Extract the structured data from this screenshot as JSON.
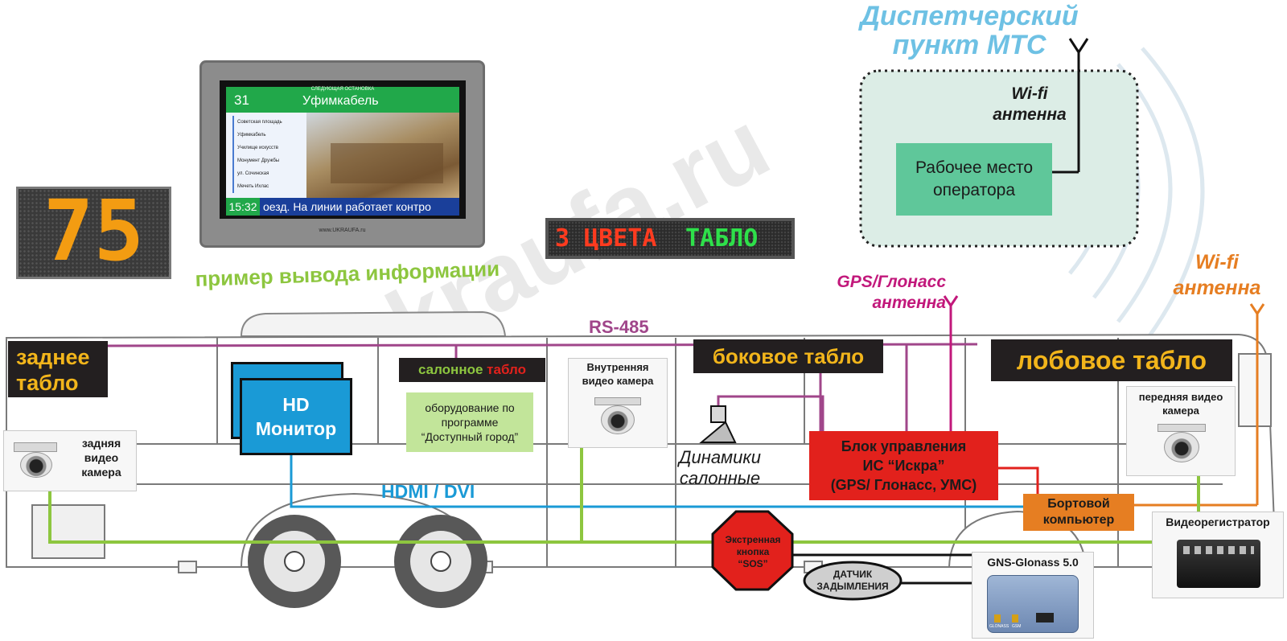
{
  "dispatch": {
    "title_line1": "Диспетчерский",
    "title_line2": "пункт МТС",
    "wifi_line1": "Wi-fi",
    "wifi_line2": "антенна",
    "operator_line1": "Рабочее место",
    "operator_line2": "оператора"
  },
  "tablet": {
    "next_stop_caption": "СЛЕДУЮЩАЯ ОСТАНОВКА",
    "route_number": "31",
    "next_stop": "Уфимкабель",
    "stops": [
      "Советская площадь",
      "Уфимкабель",
      "Училище искусств",
      "Монумент Дружбы",
      "ул. Сочинская",
      "Мечеть Ихлас"
    ],
    "time": "15:32",
    "ticker": "оезд. На линии работает контро",
    "footer": "www.UKRAUFA.ru"
  },
  "led_route": {
    "number": "75"
  },
  "led_strip": {
    "part1": "3 ЦВЕТА",
    "part2": "ТАБЛО"
  },
  "example_caption": "пример вывода информации",
  "labels": {
    "gps_line1": "GPS/Глонасс",
    "gps_line2": "антенна",
    "wifi_front_line1": "Wi-fi",
    "wifi_front_line2": "антенна",
    "rs485": "RS-485",
    "hdmi": "HDMI / DVI",
    "rear_sign_line1": "заднее",
    "rear_sign_line2": "табло",
    "side_sign": "боковое табло",
    "front_sign": "лобовое табло",
    "salon_word1": "салонное",
    "salon_word2": "табло",
    "accessible_line1": "оборудование по",
    "accessible_line2": "программе",
    "accessible_line3": "“Доступный город”",
    "hd_line1": "HD",
    "hd_line2": "Монитор",
    "rear_cam_line1": "задняя",
    "rear_cam_line2": "видео",
    "rear_cam_line3": "камера",
    "inner_cam_line1": "Внутренняя",
    "inner_cam_line2": "видео камера",
    "speakers_line1": "Динамики",
    "speakers_line2": "салонные",
    "control_line1": "Блок управления",
    "control_line2": "ИС “Искра”",
    "control_line3": "(GPS/ Глонасс, УМС)",
    "onboard_line1": "Бортовой",
    "onboard_line2": "компьютер",
    "front_cam_line1": "передняя видео",
    "front_cam_line2": "камера",
    "dvr": "Видеорегистратор",
    "sos_line1": "Экстренная",
    "sos_line2": "кнопка",
    "sos_line3": "“SOS”",
    "smoke_line1": "ДАТЧИК",
    "smoke_line2": "ЗАДЫМЛЕНИЯ",
    "gns": "GNS-Glonass 5.0",
    "gns_port1": "GLONASS",
    "gns_port2": "GSM"
  },
  "watermark": "www.iskraufa.ru",
  "colors": {
    "rs485_line": "#a0468a",
    "hdmi_line": "#1a9ad6",
    "green_line": "#8dc63f",
    "red_line": "#e2211c",
    "orange": "#e67e22",
    "dispatch_blue": "#6ec1e4",
    "magenta": "#c2187b",
    "label_yellow": "#f2b51b"
  }
}
